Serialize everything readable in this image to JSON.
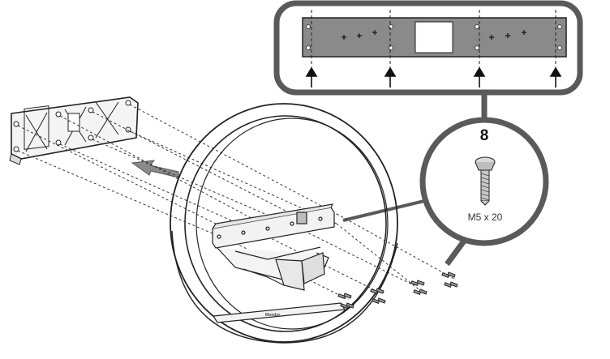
{
  "callout_screw": {
    "quantity": "8",
    "size": "M5 x 20"
  },
  "shelf_brand": "Mondor",
  "colors": {
    "callout_border": "#5a5a5a",
    "plate_fill": "#8a8a8a",
    "line": "#222222",
    "arrow_fill": "#7a7a7a"
  }
}
